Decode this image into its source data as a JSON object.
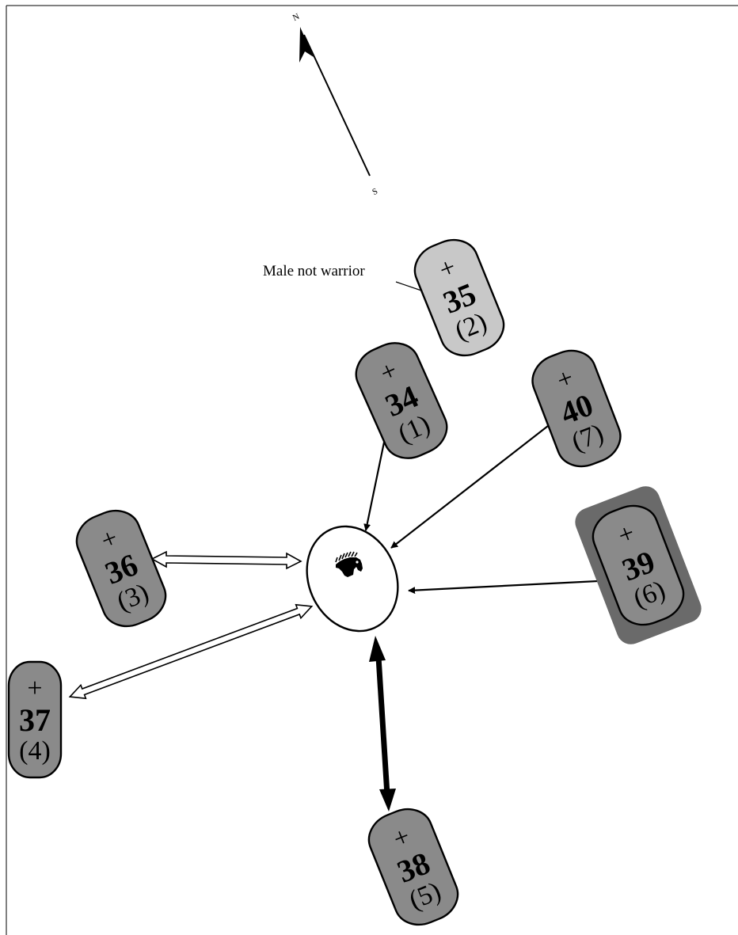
{
  "compass": {
    "north": "N",
    "south": "S"
  },
  "annotation": "Male not warrior",
  "center_symbol": "horse-head-icon",
  "colors": {
    "grave_fill": "#8a8a8a",
    "grave_fill_light": "#c8c8c8",
    "grave_ring": "#6a6a6a",
    "stroke": "#000000"
  },
  "graves": [
    {
      "id": "grave-35",
      "number": "35",
      "index": "(2)",
      "cross": "+",
      "light": true
    },
    {
      "id": "grave-34",
      "number": "34",
      "index": "(1)",
      "cross": "+"
    },
    {
      "id": "grave-40",
      "number": "40",
      "index": "(7)",
      "cross": "+"
    },
    {
      "id": "grave-39",
      "number": "39",
      "index": "(6)",
      "cross": "+",
      "ringed": true
    },
    {
      "id": "grave-36",
      "number": "36",
      "index": "(3)",
      "cross": "+"
    },
    {
      "id": "grave-37",
      "number": "37",
      "index": "(4)",
      "cross": "+"
    },
    {
      "id": "grave-38",
      "number": "38",
      "index": "(5)",
      "cross": "+"
    }
  ],
  "links": [
    {
      "from": "grave-34",
      "style": "single"
    },
    {
      "from": "grave-40",
      "style": "single"
    },
    {
      "from": "grave-39",
      "style": "single"
    },
    {
      "from": "grave-36",
      "style": "double-hollow"
    },
    {
      "from": "grave-37",
      "style": "double-hollow"
    },
    {
      "from": "grave-38",
      "style": "double-bold"
    }
  ]
}
